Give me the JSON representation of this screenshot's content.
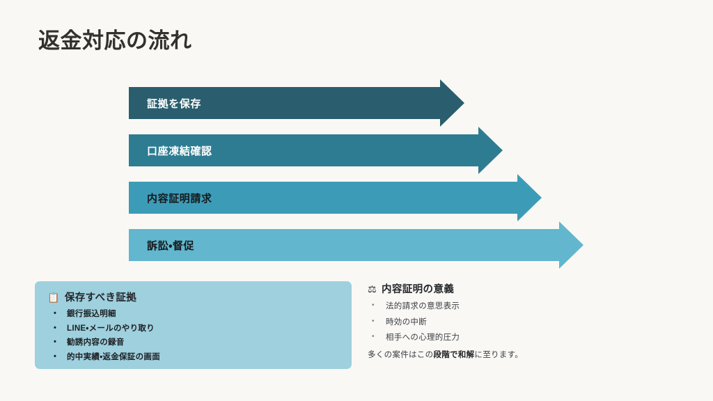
{
  "page": {
    "title": "返金対応の流れ",
    "background_color": "#faf8f4"
  },
  "flow": {
    "steps": [
      {
        "label": "証拠を保存",
        "color": "#2a5e6e",
        "text_color": "#ffffff"
      },
      {
        "label": "口座凍結確認",
        "color": "#2e7c92",
        "text_color": "#ffffff"
      },
      {
        "label": "内容証明請求",
        "color": "#3c9cb8",
        "text_color": "#15191c"
      },
      {
        "label": "訴訟・督促",
        "color": "#62b6cd",
        "text_color": "#15191c"
      }
    ]
  },
  "evidence_card": {
    "icon": "clipboard-icon",
    "icon_glyph": "📋",
    "heading": "保存すべき証拠",
    "background_color": "#9ed0de",
    "items": [
      "銀行振込明細",
      "LINE・メールのやり取り",
      "勧誘内容の録音",
      "的中実績・返金保証の画面"
    ]
  },
  "meaning_section": {
    "icon": "balance-scale-icon",
    "icon_glyph": "⚖",
    "heading": "内容証明の意義",
    "items": [
      "法的請求の意思表示",
      "時効の中断",
      "相手への心理的圧力"
    ],
    "note": {
      "prefix": "多くの案件はこの",
      "emphasis": "段階で和解",
      "suffix": "に至ります。"
    }
  }
}
